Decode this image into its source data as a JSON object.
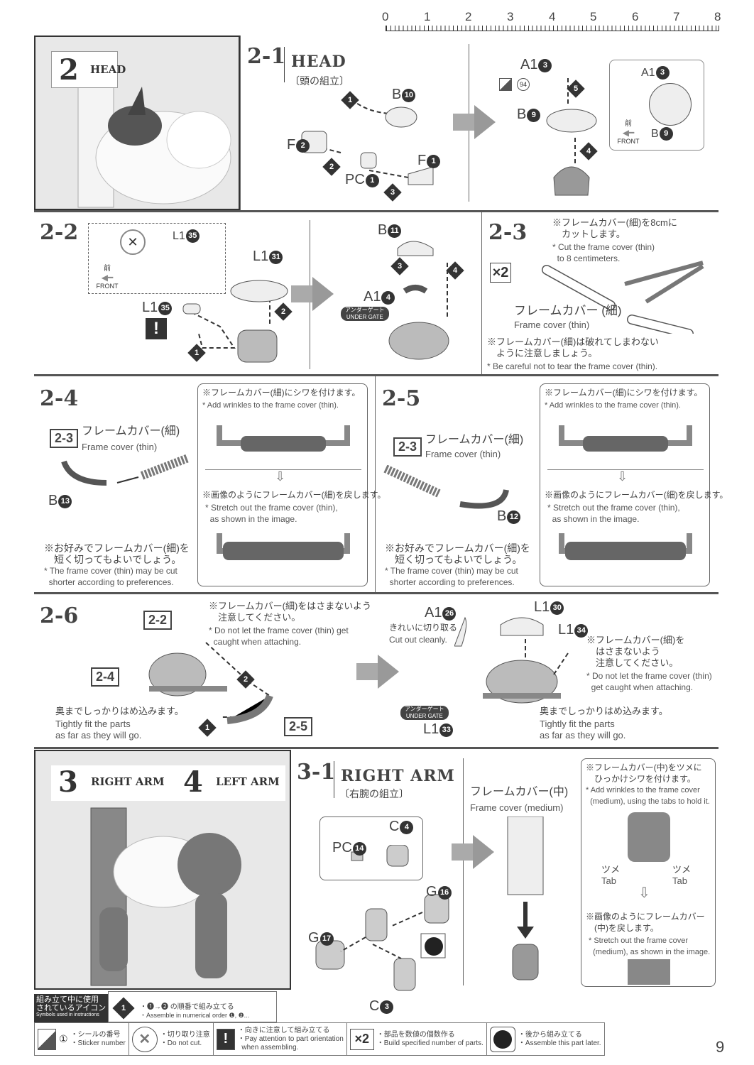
{
  "ruler": {
    "labels": [
      "0",
      "1",
      "2",
      "3",
      "4",
      "5",
      "6",
      "7",
      "8"
    ]
  },
  "head_photo": {
    "number": "2",
    "title": "HEAD"
  },
  "s2_1": {
    "step": "2-1",
    "title": "HEAD",
    "subtitle": "〔頭の組立〕",
    "parts": [
      {
        "p": "B",
        "n": "10"
      },
      {
        "p": "F",
        "n": "2"
      },
      {
        "p": "PC",
        "n": "1"
      },
      {
        "p": "F",
        "n": "1"
      },
      {
        "p": "A1",
        "n": "3"
      },
      {
        "p": "B",
        "n": "9"
      }
    ],
    "orders": [
      "1",
      "2",
      "3",
      "4",
      "5"
    ],
    "sticker": "94",
    "inset": {
      "part": "A1",
      "num": "3",
      "part2": "B",
      "num2": "9",
      "front_jp": "前",
      "front_en": "FRONT"
    }
  },
  "s2_2": {
    "step": "2-2",
    "parts": [
      {
        "p": "L1",
        "n": "35"
      },
      {
        "p": "L1",
        "n": "31"
      },
      {
        "p": "L1",
        "n": "35"
      },
      {
        "p": "B",
        "n": "11"
      },
      {
        "p": "A1",
        "n": "4"
      }
    ],
    "front_jp": "前",
    "front_en": "FRONT",
    "under_gate_jp": "アンダーゲート",
    "under_gate_en": "UNDER GATE",
    "orders": [
      "1",
      "2",
      "3",
      "4"
    ]
  },
  "s2_3": {
    "step": "2-3",
    "qty": "×2",
    "note_jp": "※フレームカバー(細)を8cmに\n　カットします。",
    "note_en": "* Cut the frame cover (thin)\n  to 8 centimeters.",
    "label_jp": "フレームカバー (細)",
    "label_en": "Frame cover (thin)",
    "warn_jp": "※フレームカバー(細)は破れてしまわない\n　ように注意しましょう。",
    "warn_en": "* Be careful not to tear the frame cover (thin)."
  },
  "s2_4": {
    "step": "2-4",
    "ref": "2-3",
    "label_jp": "フレームカバー(細)",
    "label_en": "Frame cover (thin)",
    "part": {
      "p": "B",
      "n": "13"
    },
    "opt_jp": "※お好みでフレームカバー(細)を\n　短く切ってもよいでしょう。",
    "opt_en": "* The frame cover (thin) may be cut\n  shorter according to preferences.",
    "wrinkle_jp": "※フレームカバー(細)にシワを付けます。",
    "wrinkle_en": "* Add wrinkles to the frame cover (thin).",
    "stretch_jp": "※画像のようにフレームカバー(細)を戻します。",
    "stretch_en": "* Stretch out the frame cover (thin),\n  as shown in the image."
  },
  "s2_5": {
    "step": "2-5",
    "ref": "2-3",
    "label_jp": "フレームカバー(細)",
    "label_en": "Frame cover (thin)",
    "part": {
      "p": "B",
      "n": "12"
    },
    "opt_jp": "※お好みでフレームカバー(細)を\n　短く切ってもよいでしょう。",
    "opt_en": "* The frame cover (thin) may be cut\n  shorter according to preferences.",
    "wrinkle_jp": "※フレームカバー(細)にシワを付けます。",
    "wrinkle_en": "* Add wrinkles to the frame cover (thin).",
    "stretch_jp": "※画像のようにフレームカバー(細)を戻します。",
    "stretch_en": "* Stretch out the frame cover (thin),\n  as shown in the image."
  },
  "s2_6": {
    "step": "2-6",
    "refs": [
      "2-2",
      "2-4",
      "2-5"
    ],
    "orders": [
      "1",
      "2"
    ],
    "note_jp": "※フレームカバー(細)をはさまないよう\n　注意してください。",
    "note_en": "* Do not let the frame cover (thin) get\n  caught when attaching.",
    "fit_jp": "奥までしっかりはめ込みます。",
    "fit_en": "Tightly fit the parts\nas far as they will go.",
    "parts": [
      {
        "p": "A1",
        "n": "26"
      },
      {
        "p": "L1",
        "n": "30"
      },
      {
        "p": "L1",
        "n": "34"
      },
      {
        "p": "L1",
        "n": "33"
      }
    ],
    "cut_jp": "きれいに切り取る",
    "cut_en": "Cut out cleanly.",
    "note2_jp": "※フレームカバー(細)を\n　はさまないよう\n　注意してください。",
    "note2_en": "* Do not let the frame cover (thin)\n  get caught when attaching.",
    "under_gate_jp": "アンダーゲート",
    "under_gate_en": "UNDER GATE",
    "fit2_jp": "奥までしっかりはめ込みます。",
    "fit2_en": "Tightly fit the parts\nas far as they will go."
  },
  "arm_photo": {
    "num3": "3",
    "title3": "RIGHT ARM",
    "num4": "4",
    "title4": "LEFT ARM"
  },
  "s3_1": {
    "step": "3-1",
    "title": "RIGHT ARM",
    "subtitle": "〔右腕の組立〕",
    "parts": [
      {
        "p": "C",
        "n": "4"
      },
      {
        "p": "PC",
        "n": "14"
      },
      {
        "p": "G",
        "n": "16"
      },
      {
        "p": "G",
        "n": "17"
      },
      {
        "p": "C",
        "n": "3"
      }
    ],
    "cover_jp": "フレームカバー(中)",
    "cover_en": "Frame cover (medium)",
    "tabs_jp": "※フレームカバー(中)をツメに\n　ひっかけシワを付けます。",
    "tabs_en": "* Add wrinkles to the frame cover\n  (medium), using the tabs to hold it.",
    "tab_jp": "ツメ",
    "tab_en": "Tab",
    "stretch_jp": "※画像のようにフレームカバー\n　(中)を戻します。",
    "stretch_en": "* Stretch out the frame cover\n  (medium), as shown in the image."
  },
  "icons_legend": {
    "header_jp": "組み立て中に使用\nされているアイコン",
    "header_en": "Symbols used in instructions",
    "order_jp": "・❶→❷ の順番で組み立てる",
    "order_en": "・Assemble in numerical order ❶, ❷...",
    "items": [
      {
        "icon": "sticker-icon",
        "jp": "・シールの番号",
        "en": "・Sticker number"
      },
      {
        "icon": "do-not-cut-icon",
        "jp": "・切り取り注意",
        "en": "・Do not cut."
      },
      {
        "icon": "exclamation-icon",
        "jp": "・向きに注意して組み立てる",
        "en": "・Pay attention to part orientation\n  when assembling."
      },
      {
        "icon": "multiply-icon",
        "jp": "・部品を数値の個数作る",
        "en": "・Build specified number of parts."
      },
      {
        "icon": "assemble-later-icon",
        "jp": "・後から組み立てる",
        "en": "・Assemble this part later."
      }
    ]
  },
  "page_number": "9"
}
